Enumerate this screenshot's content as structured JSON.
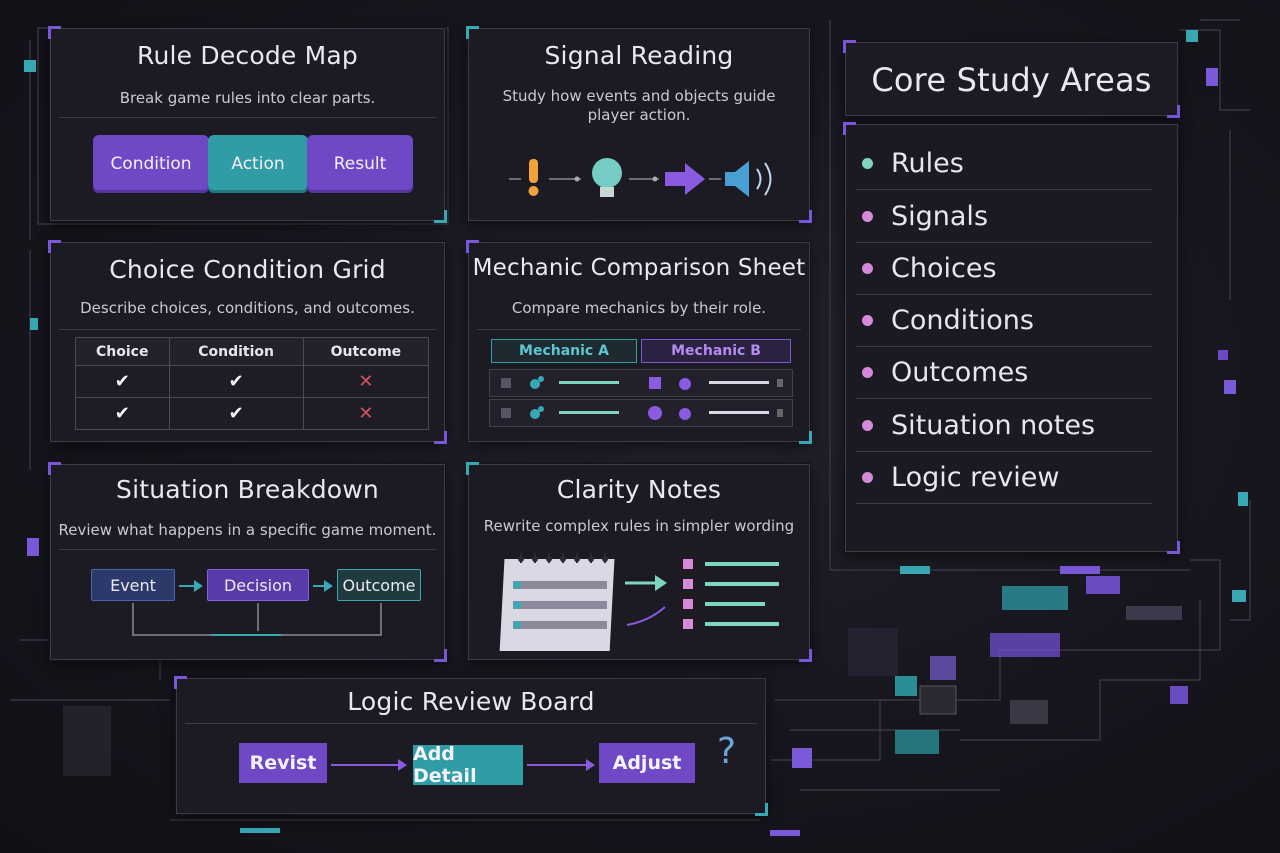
{
  "colors": {
    "purple": "#6f48c6",
    "teal": "#2f9ca6",
    "pink_dot": "#d58ad9",
    "teal_dot": "#7ed6c0"
  },
  "rule_decode": {
    "title": "Rule Decode Map",
    "subtitle": "Break game rules into clear parts.",
    "pieces": [
      "Condition",
      "Action",
      "Result"
    ]
  },
  "signal_reading": {
    "title": "Signal Reading",
    "subtitle": "Study how events and objects guide player action.",
    "icons": [
      "exclamation-icon",
      "lightbulb-icon",
      "arrow-right-icon",
      "speaker-icon"
    ]
  },
  "core_study": {
    "title": "Core Study Areas",
    "items": [
      "Rules",
      "Signals",
      "Choices",
      "Conditions",
      "Outcomes",
      "Situation notes",
      "Logic review"
    ]
  },
  "choice_grid": {
    "title": "Choice Condition Grid",
    "subtitle": "Describe choices, conditions, and outcomes.",
    "headers": [
      "Choice",
      "Condition",
      "Outcome"
    ],
    "rows": [
      [
        "✔",
        "✔",
        "✕"
      ],
      [
        "✔",
        "✔",
        "✕"
      ]
    ]
  },
  "mechanic_sheet": {
    "title": "Mechanic Comparison Sheet",
    "subtitle": "Compare mechanics by their role.",
    "headers": [
      "Mechanic A",
      "Mechanic B"
    ]
  },
  "situation": {
    "title": "Situation Breakdown",
    "subtitle": "Review what happens in a specific game moment.",
    "steps": [
      "Event",
      "Decision",
      "Outcome"
    ]
  },
  "clarity": {
    "title": "Clarity Notes",
    "subtitle": "Rewrite complex rules in simpler wording"
  },
  "logic_board": {
    "title": "Logic Review Board",
    "steps": [
      "Revist",
      "Add Detail",
      "Adjust"
    ],
    "mark": "?"
  }
}
